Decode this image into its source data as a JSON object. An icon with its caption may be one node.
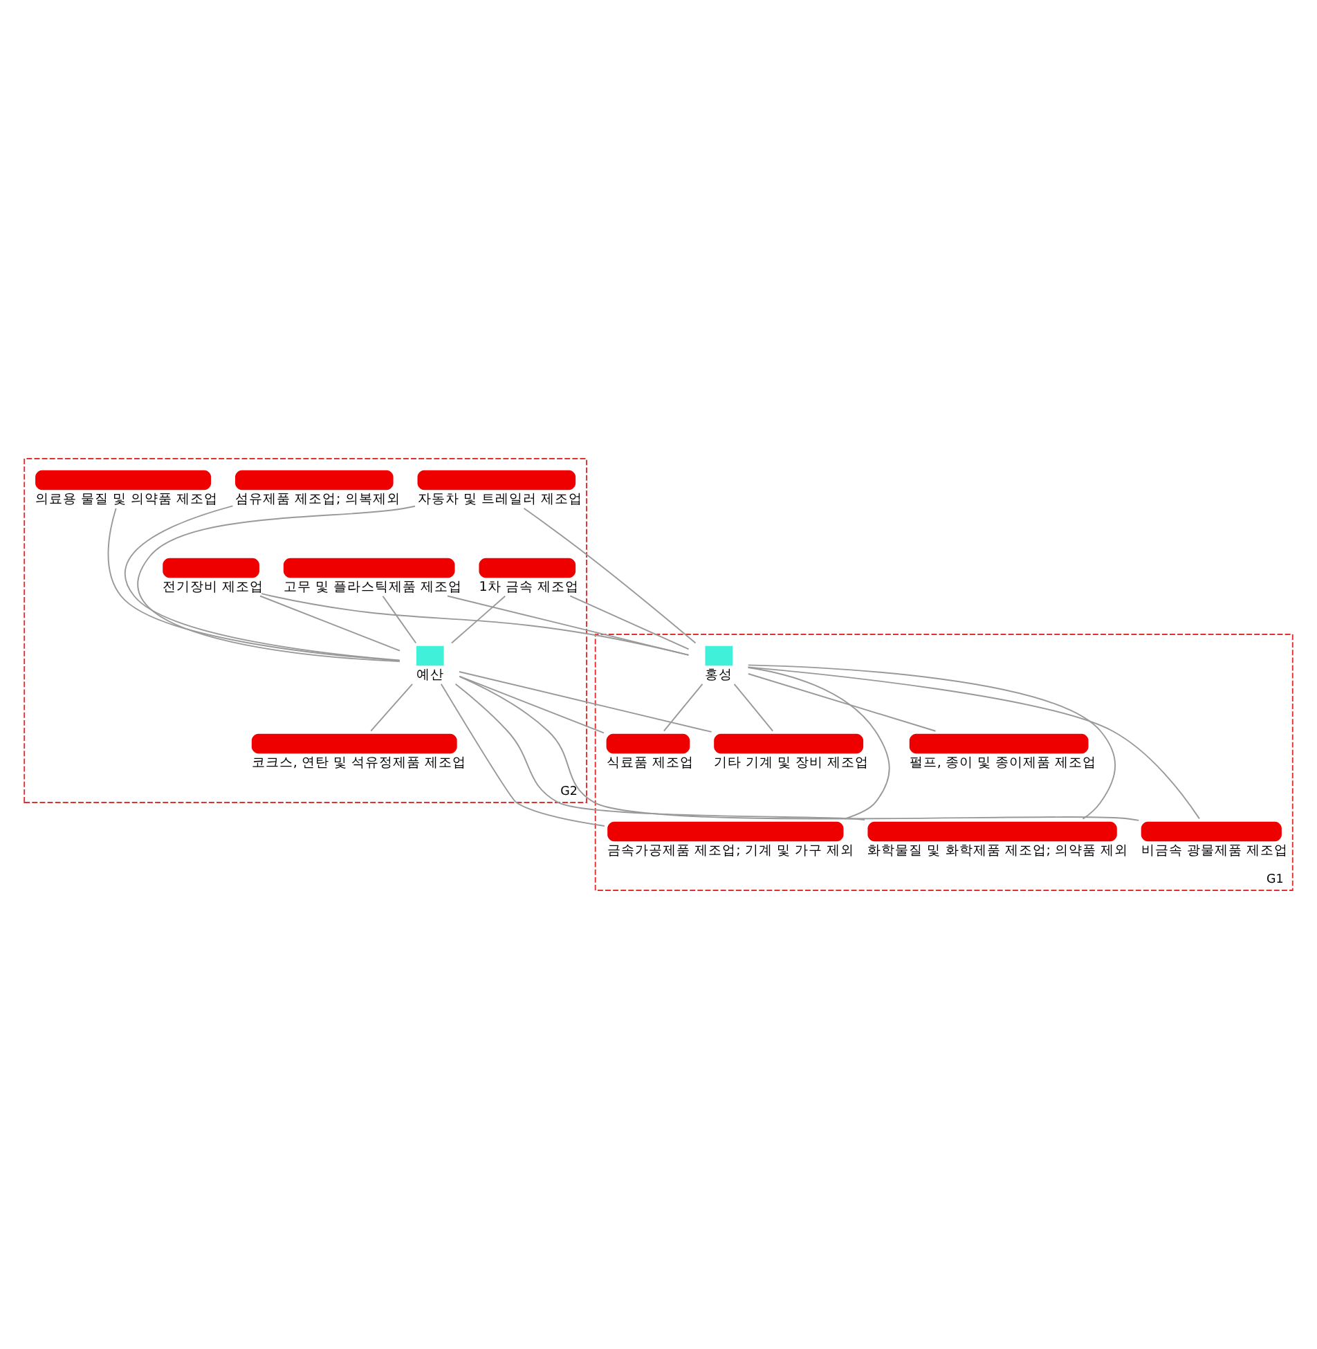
{
  "diagram": {
    "nodes": [
      {
        "text": [
          "G2"
        ]
      },
      {
        "text": [
          "섬유제품 제조업; 의복제외"
        ],
        "in": 0
      },
      {
        "text": [
          "고무 및 플라스틱제품 제조업"
        ],
        "in": 0
      },
      {
        "text": [
          "의료용 물질 및 의약품 제조업"
        ],
        "in": 0
      },
      {
        "text": [
          "전기장비 제조업"
        ],
        "in": 0
      },
      {
        "text": [
          "자동차 및 트레일러 제조업"
        ],
        "in": 0
      },
      {
        "text": [
          "1차 금속 제조업"
        ],
        "in": 0
      },
      {
        "text": [
          "예산"
        ],
        "in": 0
      },
      {
        "text": [
          "코크스, 연탄 및 석유정제품 제조업"
        ],
        "in": 0
      },
      {
        "text": [
          "G1"
        ]
      },
      {
        "text": [
          "홍성"
        ],
        "in": 9
      },
      {
        "text": [
          "금속가공제품 제조업; 기계 및 가구 제외"
        ],
        "in": 9
      },
      {
        "text": [
          "식료품 제조업"
        ],
        "in": 9
      },
      {
        "text": [
          "비금속 광물제품 제조업"
        ],
        "in": 9
      },
      {
        "text": [
          "기타 기계 및 장비 제조업"
        ],
        "in": 9
      },
      {
        "text": [
          "화학물질 및 화학제품 제조업; 의약품 제외"
        ],
        "in": 9
      },
      {
        "text": [
          "펄프, 종이 및 종이제품 제조업"
        ],
        "in": 9
      }
    ],
    "edges": [
      {
        "from": 1,
        "to": 7,
        "arrow": "none"
      },
      {
        "from": 2,
        "to": 7,
        "arrow": "none"
      },
      {
        "from": 3,
        "to": 7,
        "arrow": "none"
      },
      {
        "from": 4,
        "to": 7,
        "arrow": "none"
      },
      {
        "from": 5,
        "to": 7,
        "arrow": "none"
      },
      {
        "from": 6,
        "to": 7,
        "arrow": "none"
      },
      {
        "from": 7,
        "to": 8,
        "arrow": "none"
      },
      {
        "from": 7,
        "to": 11,
        "arrow": "none"
      },
      {
        "from": 7,
        "to": 12,
        "arrow": "none"
      },
      {
        "from": 7,
        "to": 13,
        "arrow": "none"
      },
      {
        "from": 7,
        "to": 14,
        "arrow": "none"
      },
      {
        "from": 7,
        "to": 15,
        "arrow": "none"
      },
      {
        "from": 2,
        "to": 10,
        "arrow": "none"
      },
      {
        "from": 4,
        "to": 10,
        "arrow": "none"
      },
      {
        "from": 5,
        "to": 10,
        "arrow": "none"
      },
      {
        "from": 6,
        "to": 10,
        "arrow": "none"
      },
      {
        "from": 10,
        "to": 11,
        "arrow": "none"
      },
      {
        "from": 10,
        "to": 12,
        "arrow": "none"
      },
      {
        "from": 10,
        "to": 13,
        "arrow": "none"
      },
      {
        "from": 10,
        "to": 14,
        "arrow": "none"
      },
      {
        "from": 10,
        "to": 15,
        "arrow": "none"
      },
      {
        "from": 10,
        "to": 16,
        "arrow": "none"
      }
    ]
  }
}
